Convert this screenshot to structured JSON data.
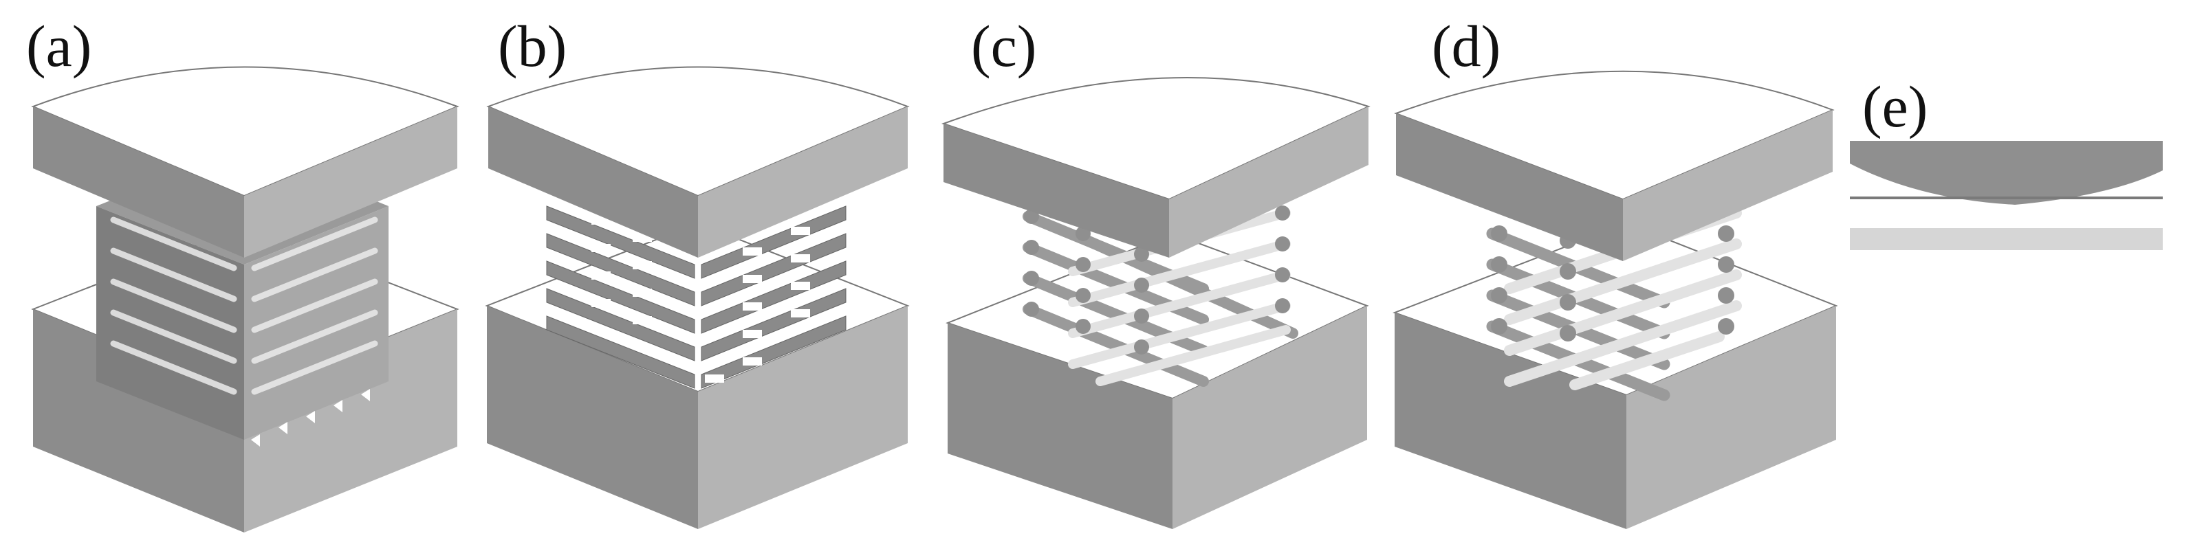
{
  "figure": {
    "panels": [
      {
        "id": "a",
        "label": "(a)",
        "description": "Scaffold with stacked layers of struts compressed between top and bottom plates (hatched layered lattice)"
      },
      {
        "id": "b",
        "label": "(b)",
        "description": "Scaffold of orthogonal square-section struts between compression plates"
      },
      {
        "id": "c",
        "label": "(c)",
        "description": "Woodpile scaffold of cylindrical struts (offset) between compression plates"
      },
      {
        "id": "d",
        "label": "(d)",
        "description": "Woodpile scaffold of cylindrical struts (aligned, denser) between compression plates"
      },
      {
        "id": "e",
        "label": "(e)",
        "description": "Side view: curved indenter cap above a flat line and a thin substrate layer"
      }
    ]
  },
  "colors": {
    "left_face": "#8c8c8c",
    "right_face": "#b4b4b4",
    "top_face": "#ffffff",
    "outline": "#555555",
    "strut_dark": "#8a8a8a",
    "strut_light": "#e2e2e2",
    "label": "#111111",
    "cap": "#8f8f8f",
    "substrate": "#d0d0d0"
  }
}
